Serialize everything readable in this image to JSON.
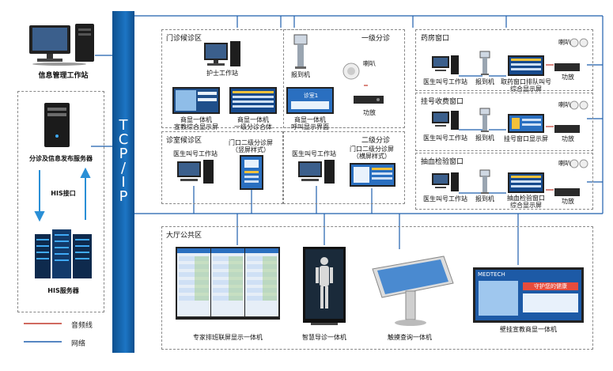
{
  "backbone": {
    "label_chars": [
      "T",
      "C",
      "P",
      "/",
      "I",
      "P"
    ]
  },
  "left": {
    "info_workstation": "信息管理工作站",
    "triage_server": "分诊及信息发布服务器",
    "his_interface": "HIS接口",
    "his_server": "HIS服务器"
  },
  "legend": {
    "audio_line": "音频线",
    "network": "网络",
    "audio_color": "#c0392b",
    "network_color": "#1f5fae"
  },
  "zones": {
    "outpatient_wait": "门诊候诊区",
    "level1_triage": "一级分诊",
    "clinic_wait": "诊室候诊区",
    "level2_triage": "二级分诊",
    "pharmacy_window": "药房窗口",
    "register_window": "挂号收费窗口",
    "blood_window": "抽血检验窗口",
    "lobby": "大厅公共区"
  },
  "devices": {
    "nurse_station": "护士工作站",
    "check_in_machine": "报到机",
    "speaker": "喇叭",
    "amplifier": "功放",
    "screen_promo_l1": "商显一体机",
    "screen_promo_l2": "宣教综合显示屏",
    "screen_triage_l1": "商显一体机",
    "screen_triage_l2": "一级分诊合体",
    "screen_call_l1": "商显一体机",
    "screen_call_l2": "呼叫显示界面",
    "doctor_station_a": "医生叫号工作站",
    "door_screen_v_l1": "门口二级分诊屏",
    "door_screen_v_l2": "（竖屏样式）",
    "doctor_station_b": "医生叫号工作站",
    "door_screen_h_l1": "门口二级分诊屏",
    "door_screen_h_l2": "（横屏样式）",
    "ph_doctor": "医生叫号工作站",
    "ph_checkin": "报到机",
    "ph_screen_l1": "取药窗口排队叫号",
    "ph_screen_l2": "综合显示屏",
    "ph_amp": "功放",
    "ph_speaker": "喇叭",
    "rg_doctor": "医生叫号工作站",
    "rg_checkin": "报到机",
    "rg_screen": "挂号窗口显示屏",
    "rg_amp": "功放",
    "rg_speaker": "喇叭",
    "bl_doctor": "医生叫号工作站",
    "bl_checkin": "报到机",
    "bl_screen_l1": "抽血检验窗口",
    "bl_screen_l2": "综合显示屏",
    "bl_amp": "功放",
    "bl_speaker": "喇叭",
    "expert_screen": "专家排班联屏显示一体机",
    "guide_machine": "智慧导诊一体机",
    "touch_query": "触摸查询一体机",
    "wall_promo": "壁挂宣教商显一体机"
  },
  "screen_text": {
    "call_banner": "诊室1",
    "wall_brand": "MEDTECH",
    "wall_slogan": "守护您的健康"
  }
}
